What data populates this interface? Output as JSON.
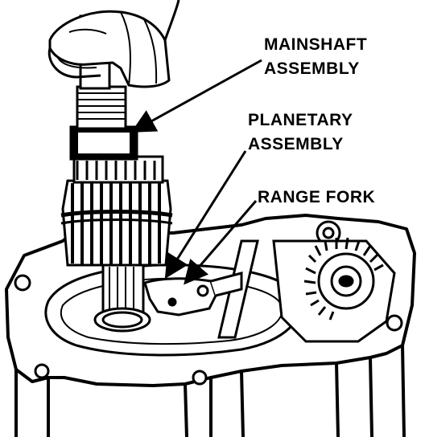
{
  "labels": {
    "mainshaft_line1": "MAINSHAFT",
    "mainshaft_line2": "ASSEMBLY",
    "planetary_line1": "PLANETARY",
    "planetary_line2": "ASSEMBLY",
    "range_fork": "RANGE FORK"
  },
  "colors": {
    "ink": "#000000",
    "paper": "#ffffff"
  }
}
